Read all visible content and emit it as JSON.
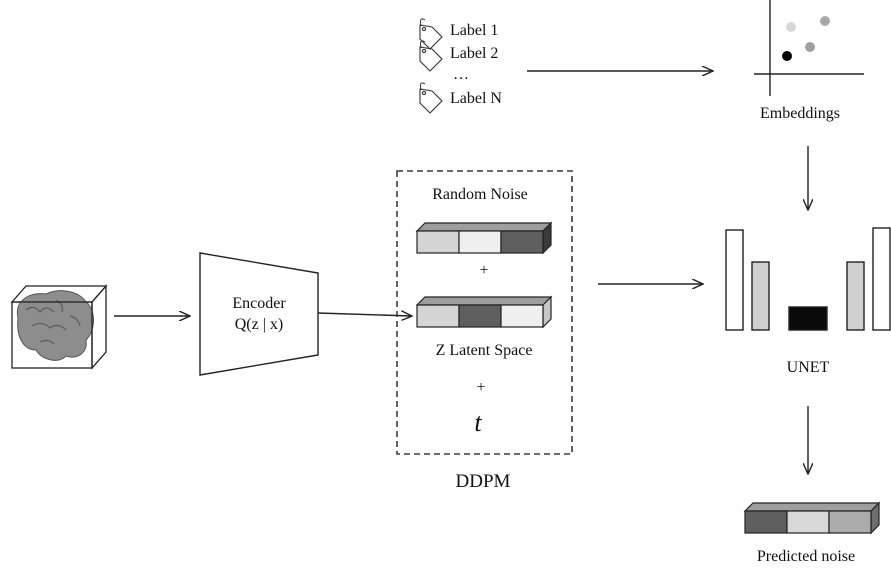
{
  "labels": {
    "items": [
      "Label 1",
      "Label 2",
      "…",
      "Label N"
    ]
  },
  "embeddings": {
    "title": "Embeddings"
  },
  "encoder": {
    "line1": "Encoder",
    "line2": "Q(z | x)"
  },
  "ddpm": {
    "random_noise": "Random Noise",
    "plus1": "+",
    "latent": "Z Latent Space",
    "plus2": "+",
    "t": "t",
    "title": "DDPM"
  },
  "unet": {
    "title": "UNET"
  },
  "predicted_noise": {
    "title": "Predicted noise"
  },
  "colors": {
    "stroke": "#222222",
    "dashed_box": "#2f3e4e",
    "light_gray": "#d4d4d4",
    "lighter_gray": "#efefef",
    "dark_gray": "#5f5f5f",
    "mid_gray": "#ababab",
    "black": "#0a0a0a"
  }
}
